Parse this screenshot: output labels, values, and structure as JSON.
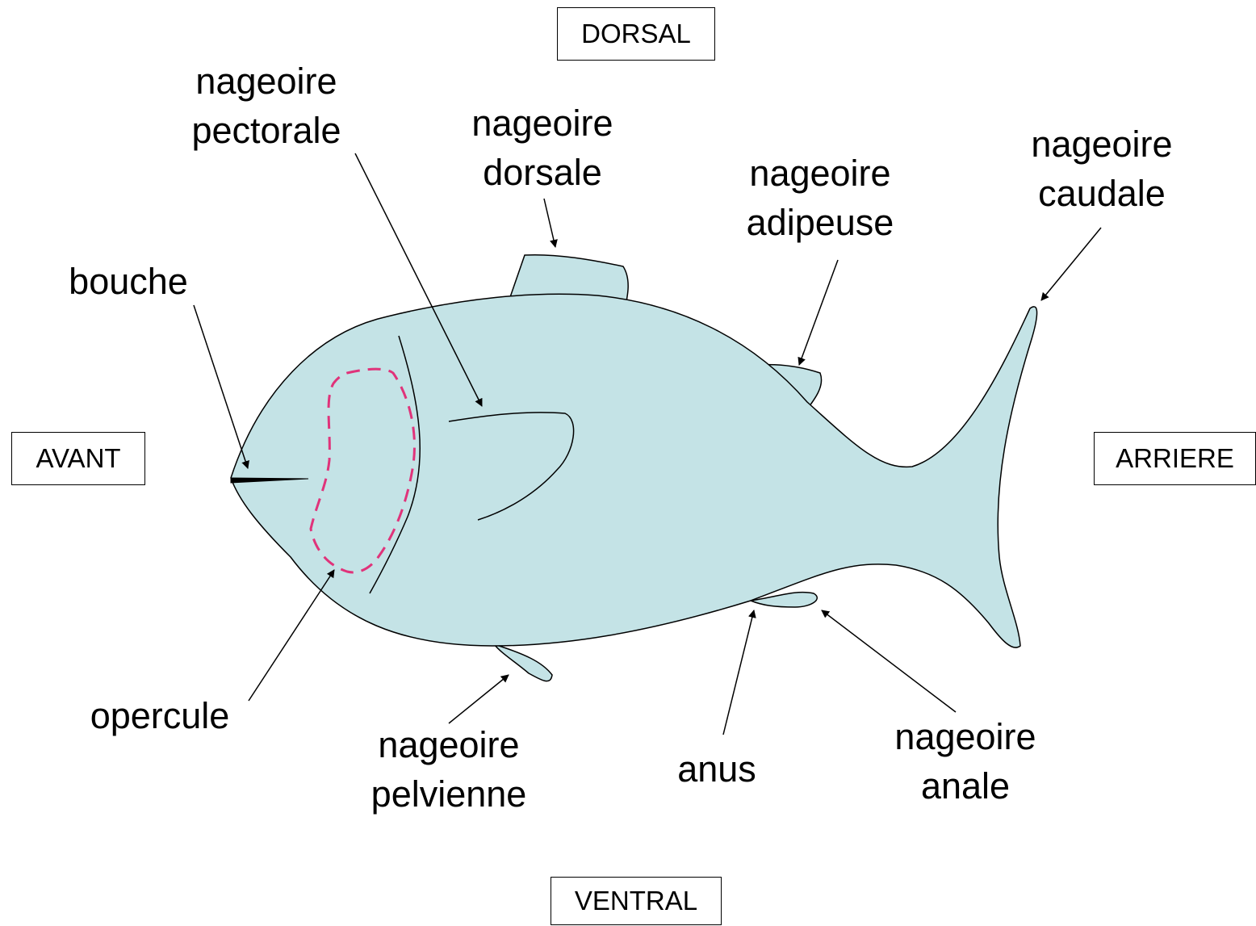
{
  "directions": {
    "dorsal": "DORSAL",
    "ventral": "VENTRAL",
    "front": "AVANT",
    "back": "ARRIERE"
  },
  "labels": {
    "pectoral": [
      "nageoire",
      "pectorale"
    ],
    "dorsal_fin": [
      "nageoire",
      "dorsale"
    ],
    "adipose": [
      "nageoire",
      "adipeuse"
    ],
    "caudal": [
      "nageoire",
      "caudale"
    ],
    "mouth": "bouche",
    "operculum": "opercule",
    "pelvic": [
      "nageoire",
      "pelvienne"
    ],
    "anus": "anus",
    "anal": [
      "nageoire",
      "anale"
    ]
  },
  "colors": {
    "body_fill": "#c4e3e6",
    "outline": "#000000",
    "gill_dashed": "#e0337a"
  }
}
